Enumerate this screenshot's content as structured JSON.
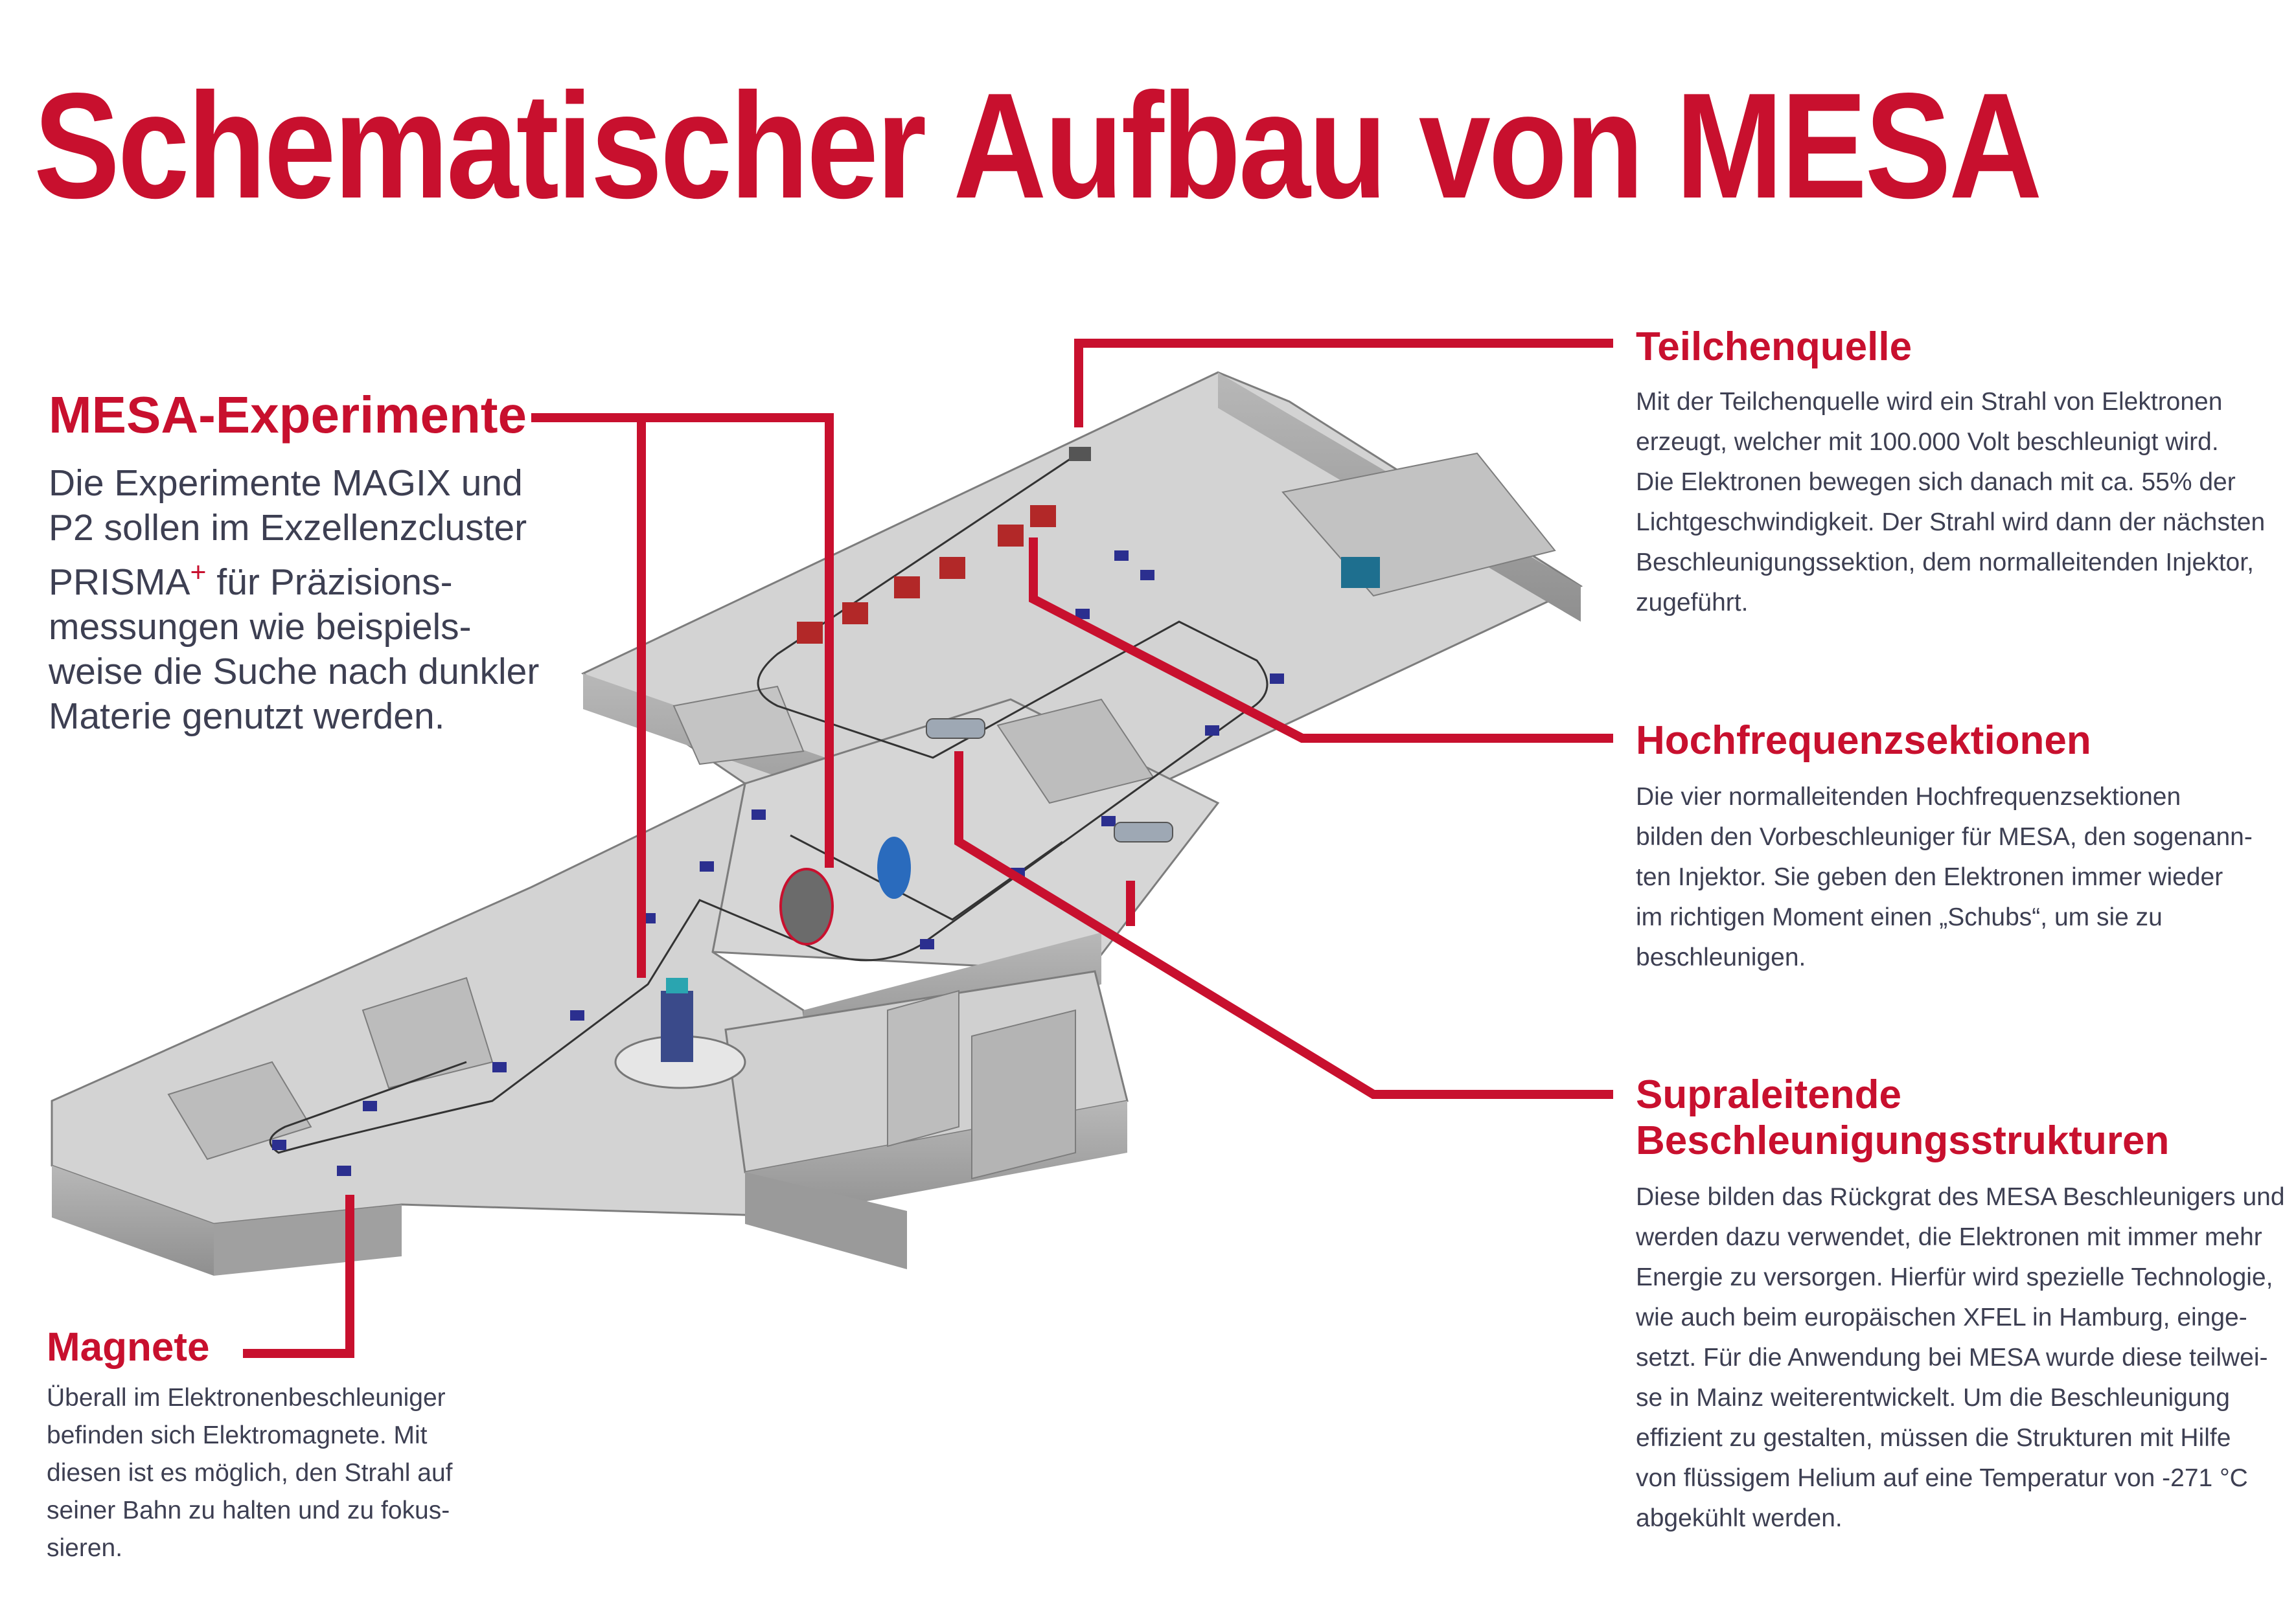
{
  "title": "Schematischer Aufbau von MESA",
  "colors": {
    "accent": "#c8102e",
    "text": "#3d3f52",
    "wall": "#a9a9a9",
    "floor": "#d6d6d6",
    "magnet": "#2b2f8f"
  },
  "sections": {
    "experimente": {
      "heading": "MESA-Experimente",
      "lines": [
        "Die Experimente MAGIX und",
        "P2 sollen im Exzellenzcluster",
        "PRISMA",
        "+",
        " für Präzisions-",
        "messungen wie beispiels-",
        "weise die Suche nach dunkler",
        "Materie genutzt werden."
      ]
    },
    "teilchenquelle": {
      "heading": "Teilchenquelle",
      "lines": [
        "Mit der Teilchenquelle wird ein Strahl von Elektronen",
        "erzeugt, welcher mit 100.000 Volt beschleunigt wird.",
        "Die Elektronen bewegen sich danach mit ca. 55% der",
        "Lichtgeschwindigkeit. Der Strahl wird dann der nächsten",
        "Beschleunigungssektion, dem normalleitenden Injektor,",
        "zugeführt."
      ]
    },
    "hochfrequenz": {
      "heading": "Hochfrequenzsektionen",
      "lines": [
        "Die vier normalleitenden Hochfrequenzsektionen",
        "bilden den Vorbeschleuniger für MESA, den sogenann-",
        "ten Injektor. Sie geben den Elektronen immer wieder",
        "im richtigen Moment einen „Schubs“, um sie zu",
        "beschleunigen."
      ]
    },
    "supraleitend": {
      "heading_1": "Supraleitende",
      "heading_2": "Beschleunigungsstrukturen",
      "lines": [
        "Diese bilden das Rückgrat des MESA Beschleunigers und",
        "werden dazu verwendet, die Elektronen mit immer mehr",
        "Energie zu versorgen. Hierfür wird spezielle Technologie,",
        "wie auch beim europäischen XFEL in Hamburg, einge-",
        "setzt. Für die Anwendung bei MESA wurde diese teilwei-",
        "se in Mainz weiterentwickelt. Um die Beschleunigung",
        "effizient zu gestalten, müssen die Strukturen mit Hilfe",
        "von flüssigem Helium auf eine Temperatur von -271 °C",
        "abgekühlt werden."
      ]
    },
    "magnete": {
      "heading": "Magnete",
      "lines": [
        "Überall im Elektronenbeschleuniger",
        "befinden sich Elektromagnete. Mit",
        "diesen ist es möglich, den Strahl auf",
        "seiner Bahn zu halten und zu fokus-",
        "sieren."
      ]
    }
  }
}
